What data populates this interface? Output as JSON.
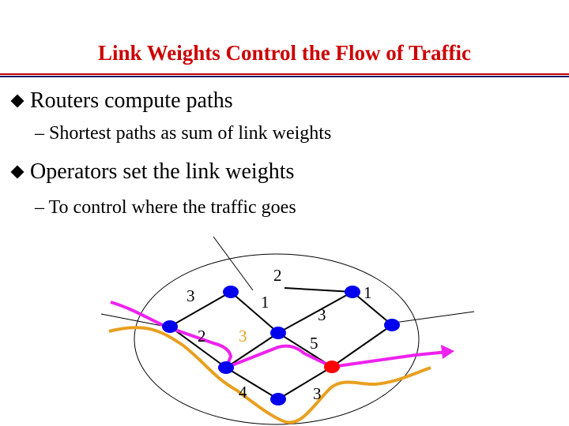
{
  "slide": {
    "title": "Link Weights Control the Flow of Traffic",
    "bullets": [
      {
        "text": "Routers compute paths",
        "sub": "– Shortest paths as sum of link weights"
      },
      {
        "text": "Operators set the link weights",
        "sub": "– To control where the traffic goes"
      }
    ]
  },
  "diagram": {
    "weights": {
      "top": "2",
      "upper_left": "3",
      "center_upper": "1",
      "right_far": "1",
      "right_inner": "3",
      "left_mid": "2",
      "center_highlight": "3",
      "center_lower": "5",
      "bottom_left": "4",
      "bottom_right": "3"
    },
    "colors": {
      "node": "#0000ee",
      "node_highlight": "#ff0000",
      "path_orange": "#e8a020",
      "path_magenta": "#ee22ee",
      "weight_highlight": "#e8a020"
    }
  }
}
